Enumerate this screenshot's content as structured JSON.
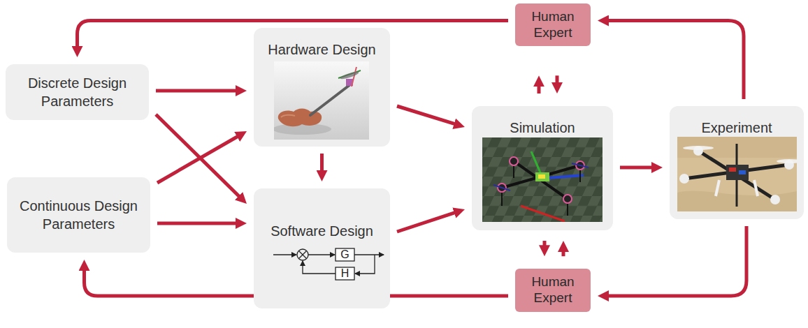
{
  "diagram": {
    "nodes": [
      {
        "text": [
          "Discrete Design Parameters"
        ]
      },
      {
        "text": [
          "Hardware Design"
        ]
      },
      {
        "text": [
          "Human Expert"
        ]
      },
      {
        "text": [
          "Simulation"
        ]
      },
      {
        "text": [
          "Experiment"
        ]
      },
      {
        "text": [
          "Continuous Design Parameters"
        ]
      },
      {
        "text": [
          "Software Design"
        ]
      },
      {
        "text": [
          "Human Expert"
        ]
      }
    ],
    "edges": [
      {
        "from": 0,
        "to": 1,
        "arrow": "to"
      },
      {
        "from": 0,
        "to": 6,
        "arrow": "to"
      },
      {
        "from": 5,
        "to": 1,
        "arrow": "to"
      },
      {
        "from": 5,
        "to": 6,
        "arrow": "to"
      },
      {
        "from": 1,
        "to": 6,
        "arrow": "to"
      },
      {
        "from": 1,
        "to": 3,
        "arrow": "to"
      },
      {
        "from": 6,
        "to": 3,
        "arrow": "to"
      },
      {
        "from": 2,
        "to": 3,
        "arrow": "to"
      },
      {
        "from": 3,
        "to": 2,
        "arrow": "to"
      },
      {
        "from": 3,
        "to": 4,
        "arrow": "to"
      },
      {
        "from": 4,
        "to": 2,
        "arrow": "to"
      },
      {
        "from": 2,
        "to": 0,
        "arrow": "to"
      },
      {
        "from": 3,
        "to": 7,
        "arrow": "to"
      },
      {
        "from": 7,
        "to": 3,
        "arrow": "to"
      },
      {
        "from": 4,
        "to": 7,
        "arrow": "to"
      },
      {
        "from": 7,
        "to": 5,
        "arrow": "to"
      }
    ],
    "labels": [
      "G",
      "H"
    ]
  }
}
